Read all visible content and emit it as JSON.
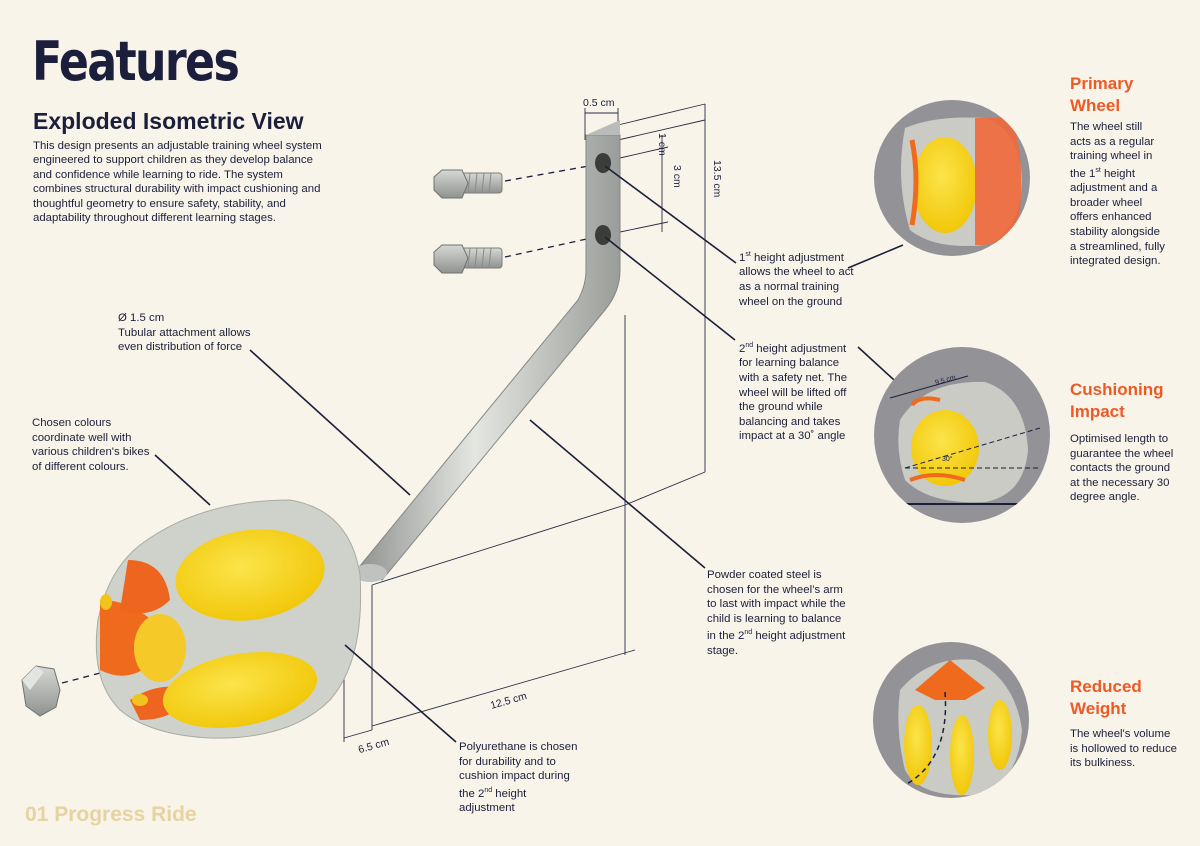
{
  "header": {
    "title": "Features",
    "subtitle": "Exploded Isometric View",
    "intro": "This design presents an adjustable training wheel system engineered to support children as they develop balance and confidence while learning to ride. The system combines structural durability with impact cushioning and thoughtful geometry to ensure safety, stability, and adaptability throughout different learning stages."
  },
  "annotations": {
    "diameter_symbol": "Ø",
    "diameter_value": "1.5 cm",
    "tubular": "Tubular attachment allows even distribution of force",
    "colours": "Chosen colours coordinate well with various children's bikes of different colours.",
    "first_height_pre": "1",
    "first_height_sup": "st",
    "first_height_post": " height adjustment allows the wheel to act as a normal training wheel on the ground",
    "second_height_pre": "2",
    "second_height_sup": "nd",
    "second_height_post": " height adjustment for learning balance with a safety net. The wheel will be lifted off the ground while balancing and takes impact at a 30˚ angle",
    "steel_pre": "Powder coated steel is chosen for the wheel’s arm to last with impact while the child is learning to balance in the 2",
    "steel_sup": "nd",
    "steel_post": " height adjustment stage.",
    "polyurethane_pre": "Polyurethane is chosen for durability and to cushion impact during the 2",
    "polyurethane_sup": "nd",
    "polyurethane_post": " height adjustment"
  },
  "dimensions": {
    "d05": "0.5 cm",
    "d1": "1 cm",
    "d3": "3 cm",
    "d135": "13.5 cm",
    "d125": "12.5 cm",
    "d65": "6.5 cm",
    "d95": "9.5 cm",
    "angle30": "30°"
  },
  "features": {
    "primary": {
      "title": "Primary Wheel",
      "text_pre": "The wheel still acts as a regular training wheel in the 1",
      "text_sup": "st",
      "text_post": " height adjustment and a broader wheel offers enhanced stability alongside a streamlined, fully integrated design."
    },
    "cushioning": {
      "title": "Cushioning Impact",
      "text": "Optimised length to guarantee the wheel contacts the ground at the necessary 30 degree angle."
    },
    "weight": {
      "title": "Reduced Weight",
      "text": "The wheel's volume is hollowed to reduce its bulkiness."
    }
  },
  "footer": {
    "label": "01 Progress Ride"
  },
  "colors": {
    "background": "#f8f4ea",
    "navy": "#1b1f3b",
    "accent_orange": "#ee5a24",
    "wheel_yellow": "#f6d21c",
    "wheel_orange": "#ef6a1c",
    "concrete_grey": "#c9cbc4",
    "circle_grey": "#939397",
    "footer_gold": "#e6d3a1"
  }
}
